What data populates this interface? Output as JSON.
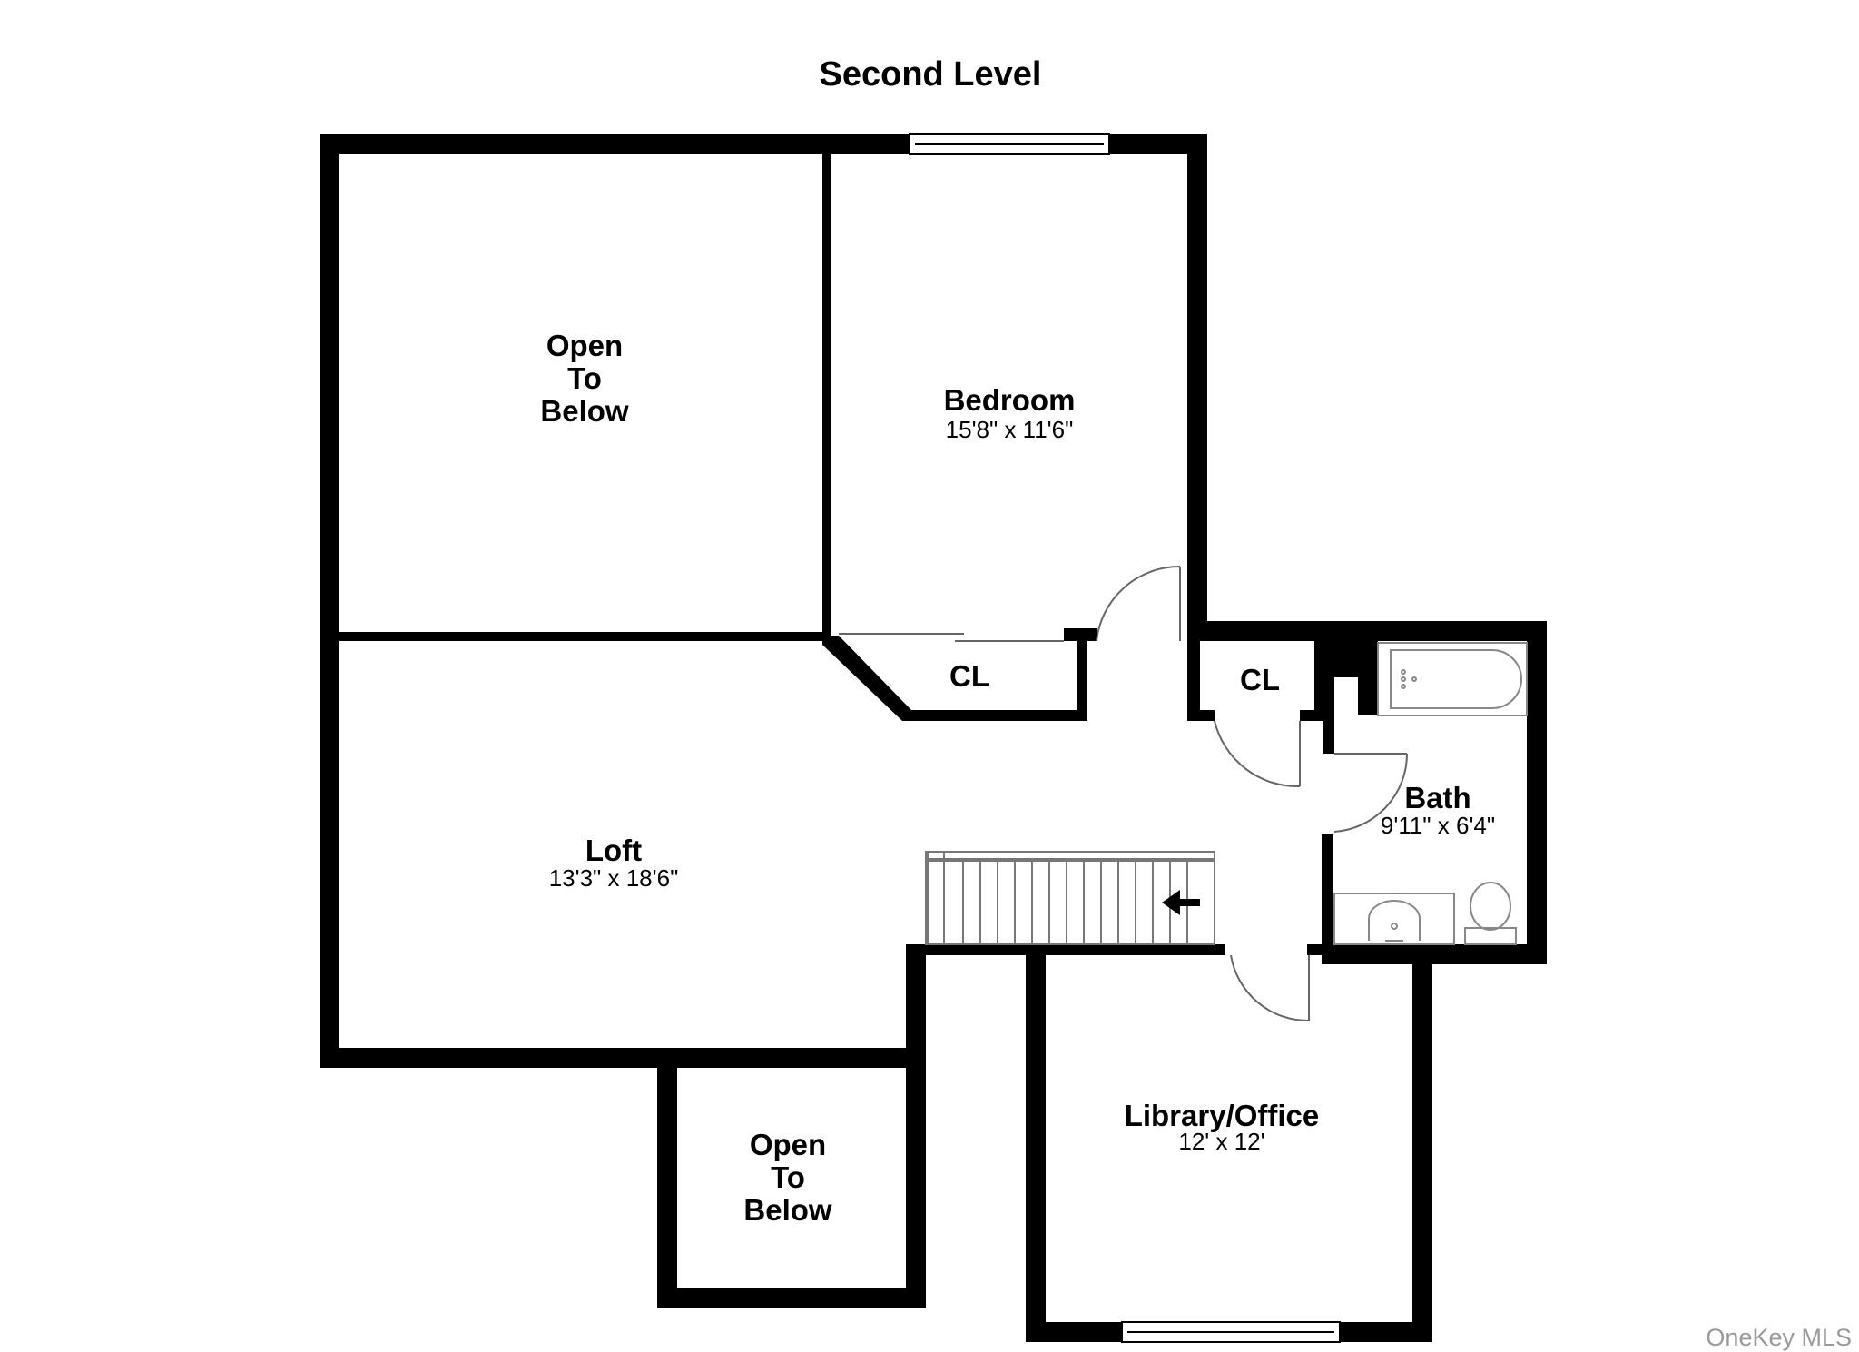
{
  "floor_title": "Second Level",
  "watermark": "OneKey MLS",
  "rooms": {
    "open_top": {
      "lines": [
        "Open",
        "To",
        "Below"
      ]
    },
    "bedroom": {
      "name": "Bedroom",
      "dims": "15'8\" x 11'6\""
    },
    "closet_bedroom": {
      "name": "CL"
    },
    "closet_hall": {
      "name": "CL"
    },
    "bath": {
      "name": "Bath",
      "dims": "9'11\" x 6'4\""
    },
    "loft": {
      "name": "Loft",
      "dims": "13'3\" x 18'6\""
    },
    "open_bottom": {
      "lines": [
        "Open",
        "To",
        "Below"
      ]
    },
    "library": {
      "name": "Library/Office",
      "dims": "12' x 12'"
    }
  },
  "colors": {
    "wall": "#000000",
    "fixture": "#888888",
    "background": "#ffffff"
  }
}
